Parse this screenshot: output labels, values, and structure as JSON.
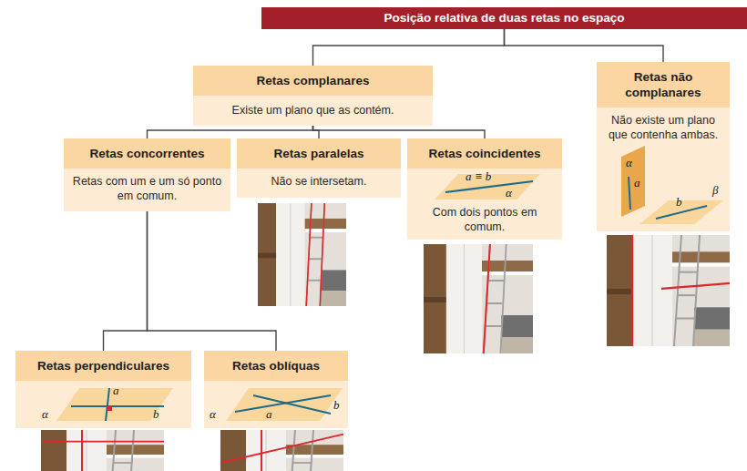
{
  "diagram": {
    "nodes": [
      {
        "text": [
          "Posição relativa de duas retas no espaço"
        ]
      },
      {
        "text": [
          "Retas complanares",
          "Existe um plano que as contém."
        ]
      },
      {
        "text": [
          "Retas concorrentes",
          "Retas com um e um só ponto em comum."
        ]
      },
      {
        "text": [
          "Retas paralelas",
          "Não se intersetam."
        ]
      },
      {
        "text": [
          "Retas coincidentes",
          "Com dois pontos em comum."
        ]
      },
      {
        "text": [
          "Retas não complanares",
          "Não existe um plano que contenha ambas."
        ]
      },
      {
        "text": [
          "Retas perpendiculares"
        ]
      },
      {
        "text": [
          "Retas oblíquas"
        ]
      }
    ],
    "edges": [
      {
        "from": 0,
        "to": 1,
        "arrow": "none"
      },
      {
        "from": 0,
        "to": 5,
        "arrow": "none"
      },
      {
        "from": 1,
        "to": 2,
        "arrow": "none"
      },
      {
        "from": 1,
        "to": 3,
        "arrow": "none"
      },
      {
        "from": 1,
        "to": 4,
        "arrow": "none"
      },
      {
        "from": 2,
        "to": 6,
        "arrow": "none"
      },
      {
        "from": 2,
        "to": 7,
        "arrow": "none"
      }
    ],
    "labels": [
      "a ≡ b",
      "α",
      "α",
      "a",
      "b",
      "β",
      "a",
      "b",
      "α",
      "α",
      "a",
      "b"
    ]
  }
}
